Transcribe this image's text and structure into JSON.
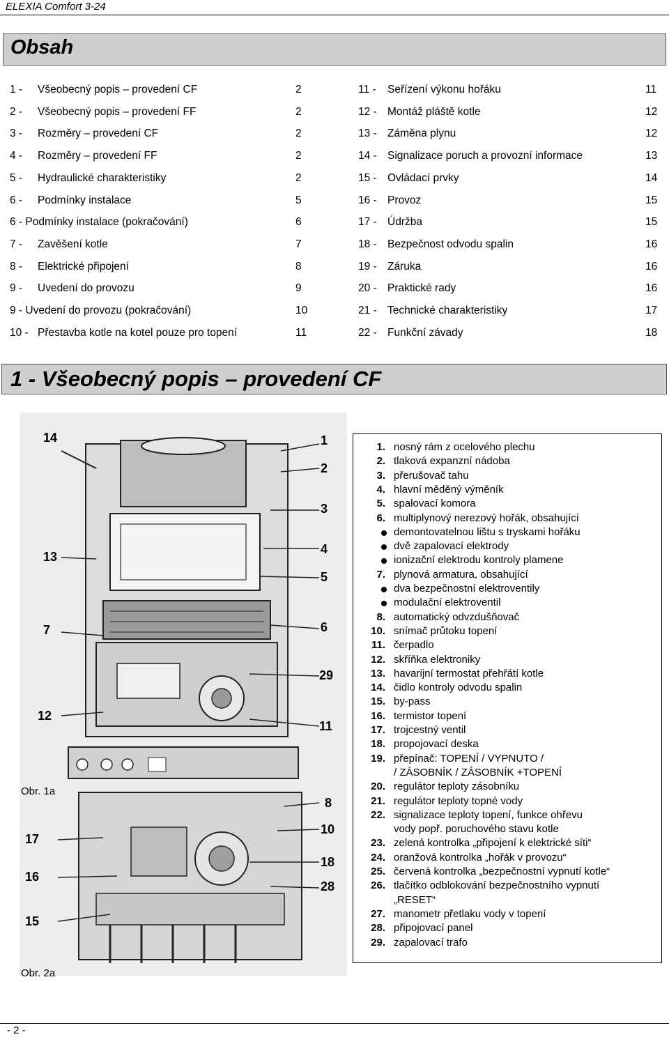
{
  "header": {
    "title": "ELEXIA Comfort 3-24"
  },
  "contents_title": "Obsah",
  "toc_left": [
    {
      "num": "1 -",
      "text": "Všeobecný popis – provedení CF",
      "page": "2"
    },
    {
      "num": "2 -",
      "text": "Všeobecný popis – provedení FF",
      "page": "2"
    },
    {
      "num": "3 -",
      "text": "Rozměry – provedení CF",
      "page": "2"
    },
    {
      "num": "4 -",
      "text": "Rozměry – provedení FF",
      "page": "2"
    },
    {
      "num": "5 -",
      "text": "Hydraulické charakteristiky",
      "page": "2"
    },
    {
      "num": "6 -",
      "text": "Podmínky instalace",
      "page": "5"
    },
    {
      "num": "",
      "text": "6 - Podmínky instalace (pokračování)",
      "page": "6"
    },
    {
      "num": "7 -",
      "text": "Zavěšení kotle",
      "page": "7"
    },
    {
      "num": "8 -",
      "text": "Elektrické připojení",
      "page": "8"
    },
    {
      "num": "9 -",
      "text": "Uvedení do provozu",
      "page": "9"
    },
    {
      "num": "",
      "text": "9 - Uvedení do provozu (pokračování)",
      "page": "10"
    },
    {
      "num": "10 -",
      "text": "Přestavba kotle na kotel pouze pro topení",
      "page": "11"
    }
  ],
  "toc_right": [
    {
      "num": "11 -",
      "text": "Seřízení výkonu hořáku",
      "page": "11"
    },
    {
      "num": "12 -",
      "text": "Montáž pláště kotle",
      "page": "12"
    },
    {
      "num": "13 -",
      "text": "Záměna plynu",
      "page": "12"
    },
    {
      "num": "14 -",
      "text": "Signalizace poruch a provozní informace",
      "page": "13"
    },
    {
      "num": "15 -",
      "text": "Ovládací prvky",
      "page": "14"
    },
    {
      "num": "16 -",
      "text": "Provoz",
      "page": "15"
    },
    {
      "num": "17 -",
      "text": "Údržba",
      "page": "15"
    },
    {
      "num": "18 -",
      "text": "Bezpečnost odvodu spalin",
      "page": "16"
    },
    {
      "num": "19 -",
      "text": "Záruka",
      "page": "16"
    },
    {
      "num": "20 -",
      "text": "Praktické rady",
      "page": "16"
    },
    {
      "num": "21 -",
      "text": "Technické charakteristiky",
      "page": "17"
    },
    {
      "num": "22 -",
      "text": "Funkční závady",
      "page": "18"
    }
  ],
  "section_title": "1 - Všeobecný popis – provedení CF",
  "figure": {
    "caption_a": "Obr. 1a",
    "caption_b": "Obr. 2a",
    "callouts_a": [
      "14",
      "1",
      "2",
      "3",
      "13",
      "4",
      "5",
      "7",
      "6",
      "29",
      "12",
      "11"
    ],
    "callouts_b": [
      "8",
      "17",
      "10",
      "16",
      "18",
      "28",
      "15"
    ]
  },
  "legend": {
    "items": [
      {
        "num": "1.",
        "text": "nosný rám z ocelového plechu"
      },
      {
        "num": "2.",
        "text": "tlaková expanzní nádoba"
      },
      {
        "num": "3.",
        "text": "přerušovač tahu"
      },
      {
        "num": "4.",
        "text": "hlavní měděný výměník"
      },
      {
        "num": "5.",
        "text": "spalovací komora"
      },
      {
        "num": "6.",
        "text": "multiplynový nerezový hořák, obsahující"
      },
      {
        "num": "",
        "text": "demontovatelnou lištu s tryskami hořáku",
        "bullet": true
      },
      {
        "num": "",
        "text": "dvě zapalovací elektrody",
        "bullet": true
      },
      {
        "num": "",
        "text": "ionizační elektrodu kontroly plamene",
        "bullet": true
      },
      {
        "num": "7.",
        "text": "plynová armatura, obsahující"
      },
      {
        "num": "",
        "text": "dva bezpečnostní elektroventily",
        "bullet": true
      },
      {
        "num": "",
        "text": "modulační elektroventil",
        "bullet": true
      },
      {
        "num": "8.",
        "text": "automatický odvzdušňovač"
      },
      {
        "num": "10.",
        "text": "snímač průtoku topení"
      },
      {
        "num": "11.",
        "text": "čerpadlo"
      },
      {
        "num": "12.",
        "text": "skříňka elektroniky"
      },
      {
        "num": "13.",
        "text": "havarijní termostat přehřátí kotle"
      },
      {
        "num": "14.",
        "text": "čidlo kontroly odvodu spalin"
      },
      {
        "num": "15.",
        "text": "by-pass"
      },
      {
        "num": "16.",
        "text": "termistor topení"
      },
      {
        "num": "17.",
        "text": "trojcestný ventil"
      },
      {
        "num": "18.",
        "text": "propojovací deska"
      },
      {
        "num": "19.",
        "text": "přepínač:  TOPENÍ /  VYPNUTO /"
      },
      {
        "num": "",
        "text": "/ ZÁSOBNÍK /  ZÁSOBNÍK +TOPENÍ"
      },
      {
        "num": "20.",
        "text": "regulátor teploty zásobníku"
      },
      {
        "num": "21.",
        "text": "regulátor teploty topné vody"
      },
      {
        "num": "22.",
        "text": " signalizace teploty topení, funkce ohřevu"
      },
      {
        "num": "",
        "text": "vody popř. poruchového stavu kotle"
      },
      {
        "num": "23.",
        "text": "zelená kontrolka „připojení k elektrické síti“"
      },
      {
        "num": "24.",
        "text": "oranžová kontrolka „hořák v provozu“"
      },
      {
        "num": "25.",
        "text": "červená kontrolka „bezpečnostní vypnutí kotle“"
      },
      {
        "num": "26.",
        "text": "tlačítko odblokování bezpečnostního vypnutí"
      },
      {
        "num": "",
        "text": "„RESET“"
      },
      {
        "num": "27.",
        "text": "manometr přetlaku vody v topení"
      },
      {
        "num": "28.",
        "text": "připojovací panel"
      },
      {
        "num": "29.",
        "text": "zapalovací trafo"
      }
    ]
  },
  "footer": {
    "page": "- 2 -"
  }
}
